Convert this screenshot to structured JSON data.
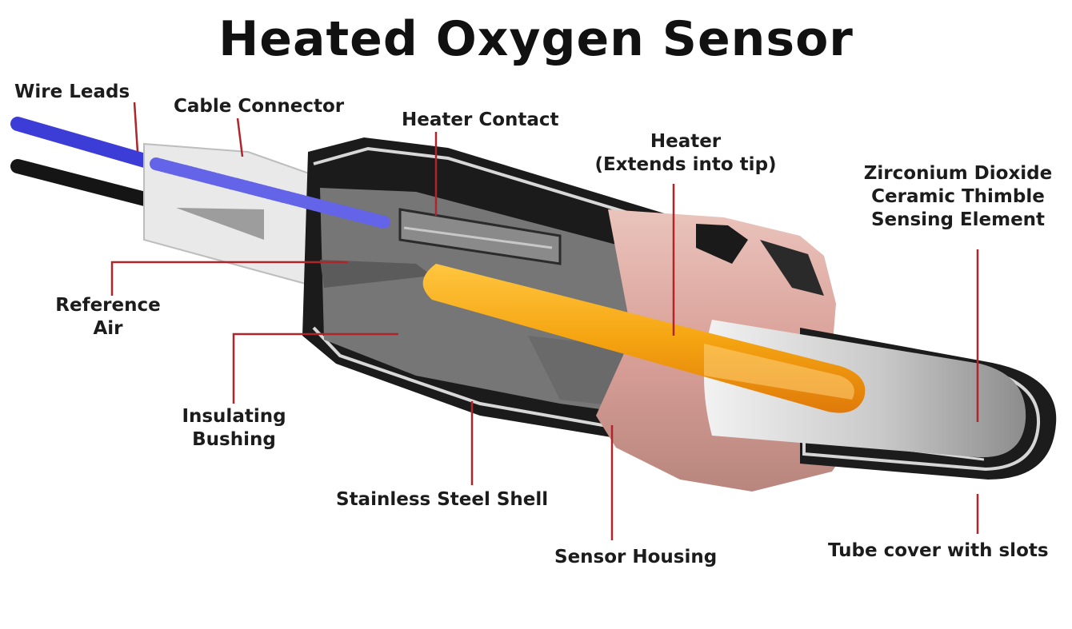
{
  "title": "Heated Oxygen Sensor",
  "colors": {
    "leader_line": "#b0252a",
    "shell": "#1b1b1b",
    "insulator": "#777777",
    "housing": "#dba29a",
    "heater": "#f5a511",
    "blue_wire": "#3c3cd6",
    "black_wire": "#151515"
  },
  "labels": {
    "wire_leads": "Wire Leads",
    "cable_connector": "Cable Connector",
    "heater_contact": "Heater Contact",
    "heater": [
      "Heater",
      "(Extends into tip)"
    ],
    "zirconium": [
      "Zirconium Dioxide",
      "Ceramic Thimble",
      "Sensing Element"
    ],
    "reference_air": [
      "Reference",
      "Air"
    ],
    "insulating_bushing": [
      "Insulating",
      "Bushing"
    ],
    "stainless_steel_shell": "Stainless Steel Shell",
    "sensor_housing": "Sensor Housing",
    "tube_cover": "Tube cover with slots"
  }
}
